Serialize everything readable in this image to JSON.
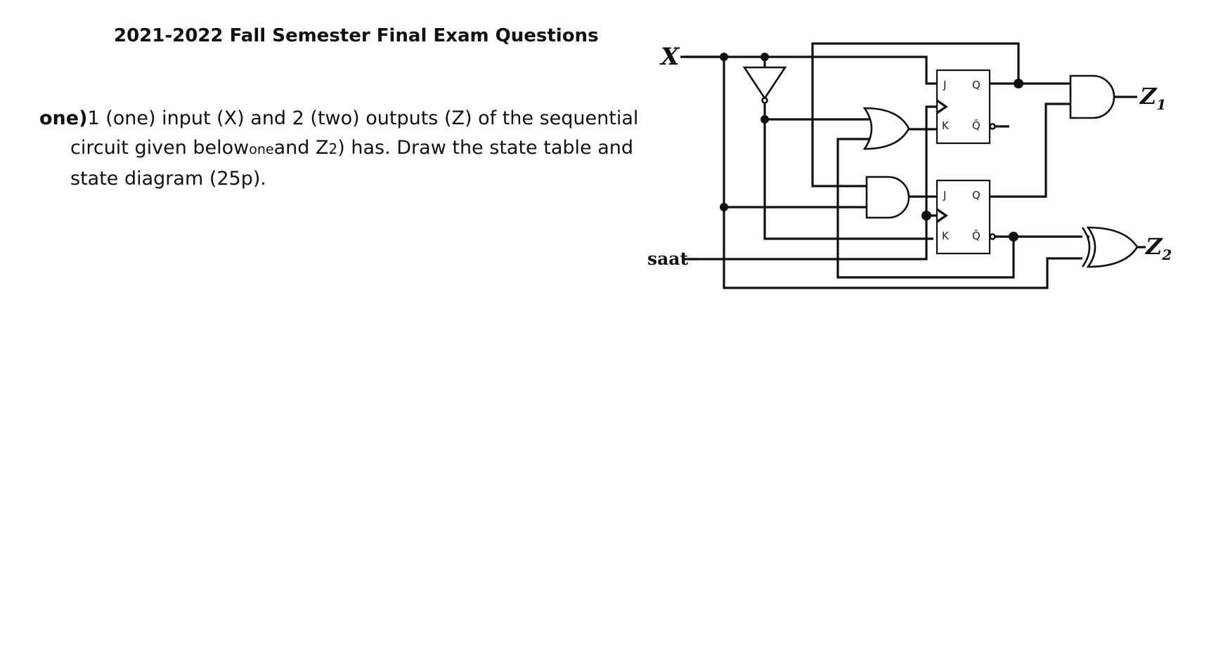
{
  "document": {
    "title": "2021-2022 Fall Semester Final Exam Questions",
    "question": {
      "number": "one)",
      "text_part1": "1 (one) input (X) and 2 (two) outputs (Z) of the sequential circuit given below",
      "small_one": "one",
      "text_part2": "and Z",
      "sub_two": "2",
      "text_part3": ") has. Draw the state table and state diagram (25p)."
    }
  },
  "circuit": {
    "input_label": "X",
    "clock_label": "saat",
    "output1": {
      "letter": "Z",
      "subscript": "1"
    },
    "output2": {
      "letter": "Z",
      "subscript": "2"
    },
    "flipflop_pins": {
      "j": "J",
      "k": "K",
      "q": "Q",
      "qbar": "Q̄"
    }
  }
}
